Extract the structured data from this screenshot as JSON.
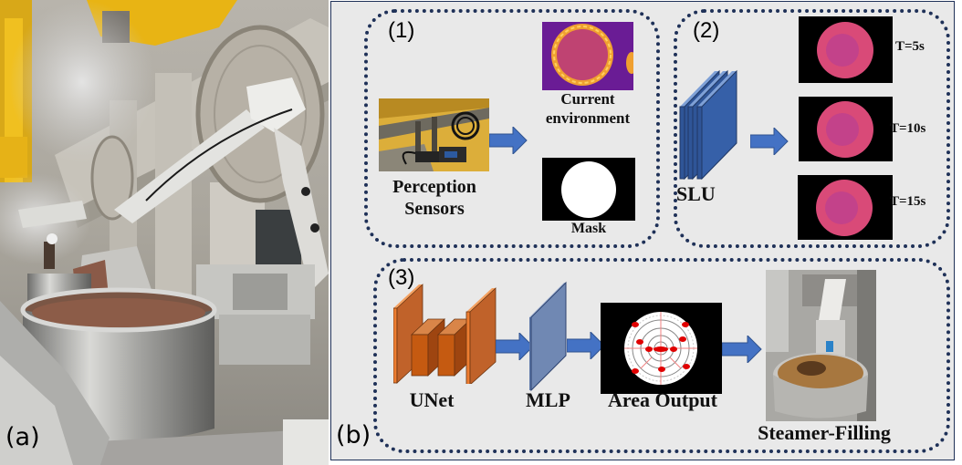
{
  "figure": {
    "panel_a": {
      "label": "(a)",
      "image": "industrial-steamer-robot-photo"
    },
    "panel_b": {
      "label": "(b)",
      "stage1": {
        "label": "(1)",
        "sensor_caption_line1": "Perception",
        "sensor_caption_line2": "Sensors",
        "env_caption_line1": "Current",
        "env_caption_line2": "environment",
        "mask_caption": "Mask"
      },
      "stage2": {
        "label": "(2)",
        "module": "SLU",
        "frames": [
          {
            "time": "T=5s"
          },
          {
            "time": "T=10s"
          },
          {
            "time": "T=15s"
          }
        ]
      },
      "stage3": {
        "label": "(3)",
        "unet": "UNet",
        "mlp": "MLP",
        "area_output": "Area Output",
        "result": "Steamer-Filling"
      }
    },
    "colors": {
      "frame": "#1f3158",
      "panel_bg": "#e9e9e9",
      "arrow": "#4472c4",
      "slu": "#2f5597",
      "unet": "#c55a11",
      "mlp": "#7088b3",
      "target_dot": "#e00000"
    }
  }
}
